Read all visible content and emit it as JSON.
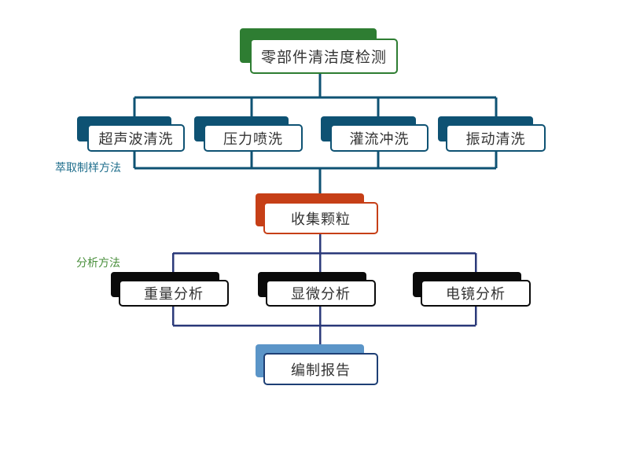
{
  "diagram": {
    "root": {
      "label": "零部件清洁度检测",
      "color": "#2e7d32",
      "border": "#2e7d32"
    },
    "extraction_label": {
      "text": "萃取制样方法",
      "color": "#1f6e8c"
    },
    "extraction_methods": [
      {
        "label": "超声波清洗"
      },
      {
        "label": "压力喷洗"
      },
      {
        "label": "灌流冲洗"
      },
      {
        "label": "振动清洗"
      }
    ],
    "extraction_color": "#0e5273",
    "collect": {
      "label": "收集颗粒",
      "color": "#c63f17",
      "border": "#c63f17"
    },
    "analysis_label": {
      "text": "分析方法",
      "color": "#4a8f3c"
    },
    "analysis_methods": [
      {
        "label": "重量分析"
      },
      {
        "label": "显微分析"
      },
      {
        "label": "电镜分析"
      }
    ],
    "analysis_color": "#0a0a0a",
    "connector_analysis_color": "#2b3a7a",
    "report": {
      "label": "编制报告",
      "color": "#5b95c8",
      "border": "#1e3f75"
    }
  }
}
